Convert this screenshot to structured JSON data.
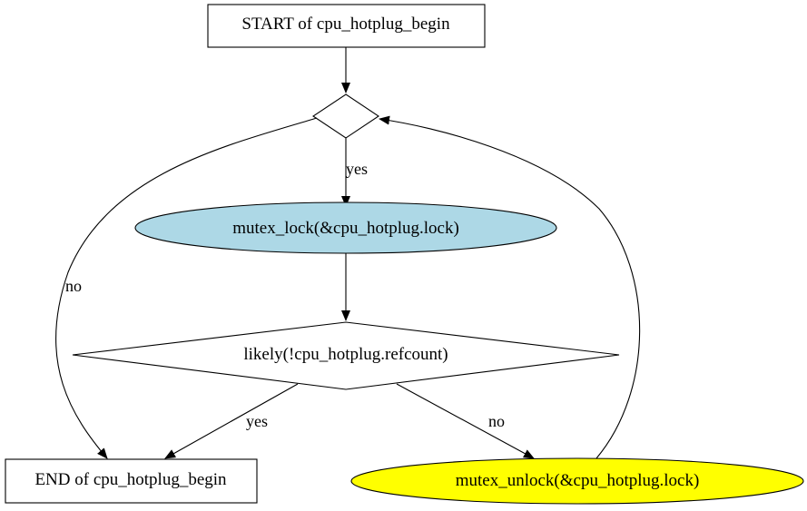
{
  "nodes": {
    "start": {
      "label": "START of cpu_hotplug_begin"
    },
    "loop_decision": {
      "label": ""
    },
    "mutex_lock": {
      "label": "mutex_lock(&cpu_hotplug.lock)",
      "fill": "#add8e6"
    },
    "refcount_decision": {
      "label": "likely(!cpu_hotplug.refcount)"
    },
    "end": {
      "label": "END of cpu_hotplug_begin"
    },
    "mutex_unlock": {
      "label": "mutex_unlock(&cpu_hotplug.lock)",
      "fill": "#ffff00"
    }
  },
  "edges": {
    "loop_yes": "yes",
    "loop_no": "no",
    "refcount_yes": "yes",
    "refcount_no": "no"
  }
}
